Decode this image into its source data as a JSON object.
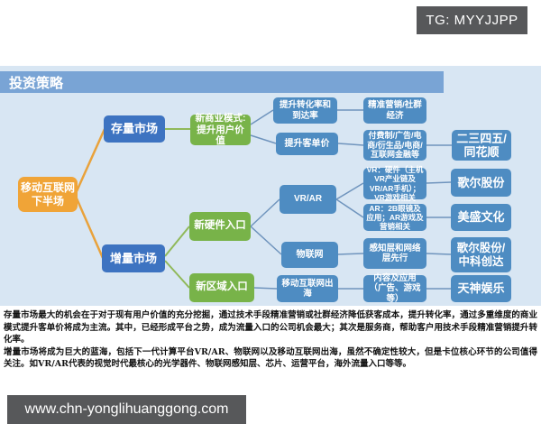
{
  "badges": {
    "telegram": "TG: MYYJJPP",
    "watermark": "www.chn-yonglihuanggong.com"
  },
  "header": {
    "title": "投资策略"
  },
  "colors": {
    "panel_bg": "#d8e6f3",
    "header_bar": "#79a4d5",
    "primary_node_blue": "#3d73c1",
    "leaf_node_blue": "#4e8cc2",
    "green_node": "#78b349",
    "orange_node": "#f0a437",
    "badge_gray": "#57585a",
    "line_orange": "#e9a23b",
    "line_green": "#90b95a",
    "line_blue": "#6f94bd"
  },
  "diagram": {
    "nodes": [
      {
        "id": "root",
        "label": "移动互联网下半场",
        "type": "orange"
      },
      {
        "id": "stock-market",
        "label": "存量市场",
        "type": "deep-blue"
      },
      {
        "id": "incremental-market",
        "label": "增量市场",
        "type": "deep-blue"
      },
      {
        "id": "new-business-model",
        "label": "新商业模式:提升用户价值",
        "type": "green"
      },
      {
        "id": "new-hardware-entry",
        "label": "新硬件入口",
        "type": "green"
      },
      {
        "id": "new-region-entry",
        "label": "新区域入口",
        "type": "green"
      },
      {
        "id": "conversion-rate",
        "label": "提升转化率和到达率",
        "type": "blue"
      },
      {
        "id": "precision-marketing",
        "label": "精准营销/社群经济",
        "type": "blue"
      },
      {
        "id": "customer-price",
        "label": "提升客单价",
        "type": "blue"
      },
      {
        "id": "payment-models",
        "label": "付费制/广告/电商/衍生品/电商/互联网金融等",
        "type": "blue"
      },
      {
        "id": "234-tonghuashun",
        "label": "二三四五/同花顺",
        "type": "blue"
      },
      {
        "id": "vr-ar",
        "label": "VR/AR",
        "type": "blue"
      },
      {
        "id": "vr-hardware",
        "label": "VR：硬件（主机VR产业链及VR/AR手机）；VR游戏相关",
        "type": "blue"
      },
      {
        "id": "goertek",
        "label": "歌尔股份",
        "type": "blue"
      },
      {
        "id": "ar-glasses",
        "label": "AR：2B眼镜及应用；AR游戏及营销相关",
        "type": "blue"
      },
      {
        "id": "meisheng-culture",
        "label": "美盛文化",
        "type": "blue"
      },
      {
        "id": "iot",
        "label": "物联网",
        "type": "blue"
      },
      {
        "id": "perception-layer",
        "label": "感知层和网络层先行",
        "type": "blue"
      },
      {
        "id": "goertek-thundersoft",
        "label": "歌尔股份/中科创达",
        "type": "blue"
      },
      {
        "id": "mobile-internet-overseas",
        "label": "移动互联网出海",
        "type": "blue"
      },
      {
        "id": "content-apps",
        "label": "内容及应用（广告、游戏等）",
        "type": "blue"
      },
      {
        "id": "tianshen-entertainment",
        "label": "天神娱乐",
        "type": "blue"
      }
    ]
  },
  "analysis": {
    "p1": "存量市场最大的机会在于对于现有用户价值的充分挖掘，通过技术手段精准营销或社群经济降低获客成本，提升转化率，通过多重维度的商业模式提升客单价将成为主流。其中，已经形成平台之势，成为流量入口的公司机会最大；其次是服务商，帮助客户用技术手段精准营销提升转化率。",
    "p2": "增量市场将成为巨大的蓝海，包括下一代计算平台VR/AR、物联网以及移动互联网出海，虽然不确定性较大，但是卡位核心环节的公司值得关注。如VR/AR代表的视觉时代最核心的光学器件、物联网感知层、芯片、运营平台，海外流量入口等等。"
  }
}
